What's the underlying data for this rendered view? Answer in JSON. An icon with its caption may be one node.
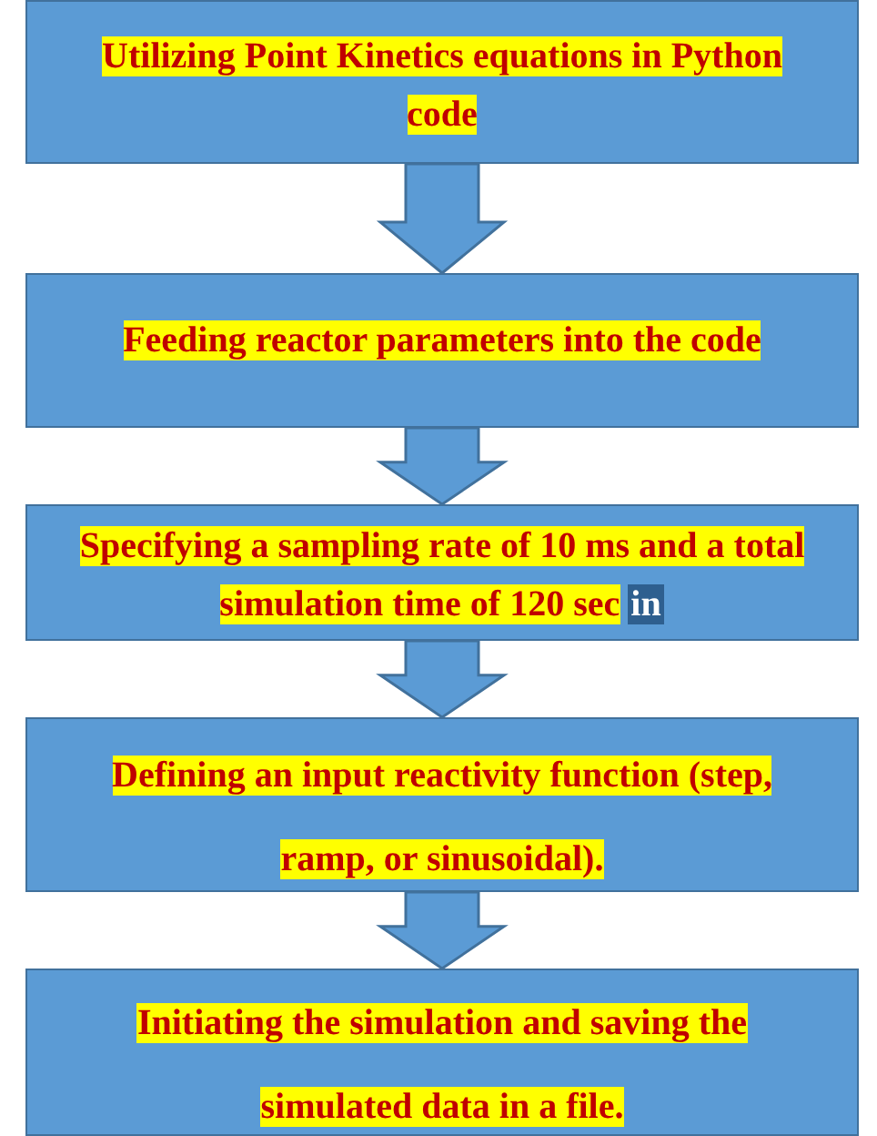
{
  "diagram": {
    "nodes": [
      {
        "text": [
          "Utilizing Point Kinetics equations in Python code"
        ]
      },
      {
        "text": [
          "Feeding reactor parameters into the code"
        ]
      },
      {
        "text": [
          "Specifying a sampling rate of 10 ms and a total simulation time of 120 sec",
          "in"
        ]
      },
      {
        "text": [
          "Defining an input reactivity function (step, ramp, or sinusoidal)."
        ]
      },
      {
        "text": [
          "Initiating the simulation and saving the simulated data in a file."
        ]
      }
    ],
    "edges": [
      {
        "from": 0,
        "to": 1,
        "arrow": "to"
      },
      {
        "from": 1,
        "to": 2,
        "arrow": "to"
      },
      {
        "from": 2,
        "to": 3,
        "arrow": "to"
      },
      {
        "from": 3,
        "to": 4,
        "arrow": "to"
      }
    ]
  }
}
